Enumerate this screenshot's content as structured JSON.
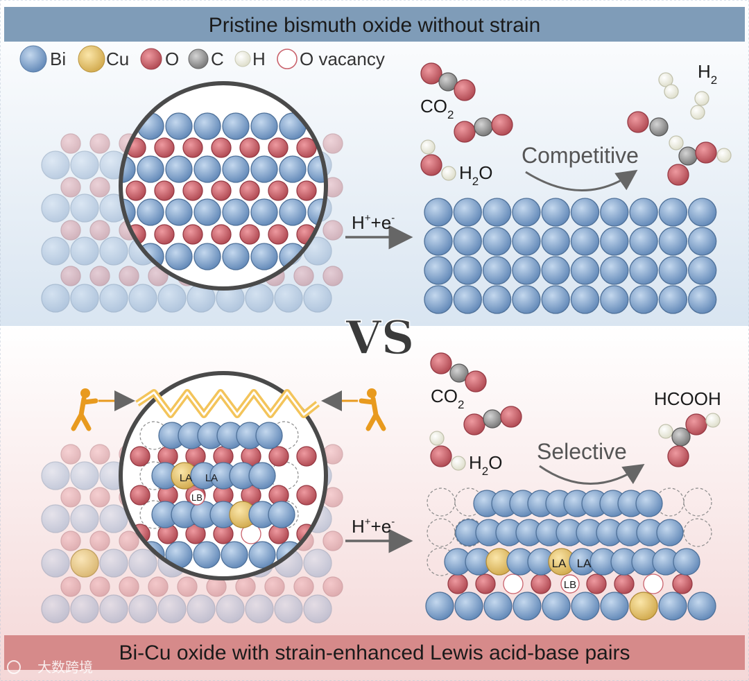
{
  "top_banner": {
    "text": "Pristine bismuth oxide without strain"
  },
  "bottom_banner": {
    "text": "Bi-Cu oxide with strain-enhanced Lewis acid-base pairs"
  },
  "legend": {
    "items": [
      {
        "label": "Bi",
        "color": "#7ea3cf"
      },
      {
        "label": "Cu",
        "color": "#e8c878"
      },
      {
        "label": "O",
        "color": "#c9616b"
      },
      {
        "label": "C",
        "color": "#9b9b9b"
      },
      {
        "label": "H",
        "color": "#eeeee0"
      },
      {
        "label": "O vacancy",
        "color": "#ffffff"
      }
    ]
  },
  "top_panel": {
    "reaction_arrow_label": {
      "base": "H",
      "sup1": "+",
      "mid": "+e",
      "sup2": "-"
    },
    "co2": {
      "base": "CO",
      "sub": "2"
    },
    "h2o": {
      "base": "H",
      "sub": "2",
      "end": "O"
    },
    "h2": {
      "base": "H",
      "sub": "2"
    },
    "process_label": "Competitive"
  },
  "divider": {
    "text": "VS"
  },
  "bottom_panel": {
    "reaction_arrow_label": {
      "base": "H",
      "sup1": "+",
      "mid": "+e",
      "sup2": "-"
    },
    "co2": {
      "base": "CO",
      "sub": "2"
    },
    "h2o": {
      "base": "H",
      "sub": "2",
      "end": "O"
    },
    "product": "HCOOH",
    "process_label": "Selective",
    "sites": {
      "lewis_acid": "LA",
      "lewis_base": "LB"
    }
  },
  "watermark": {
    "text": "大数跨境"
  },
  "colors": {
    "bi": "#7ea3cf",
    "cu": "#e8c878",
    "o": "#c9616b",
    "c": "#9b9b9b",
    "h": "#eeeee0",
    "top_banner": "#7f9cb8",
    "bottom_banner": "#d68a8a",
    "worker": "#e89a1e",
    "arrow": "#666666"
  }
}
